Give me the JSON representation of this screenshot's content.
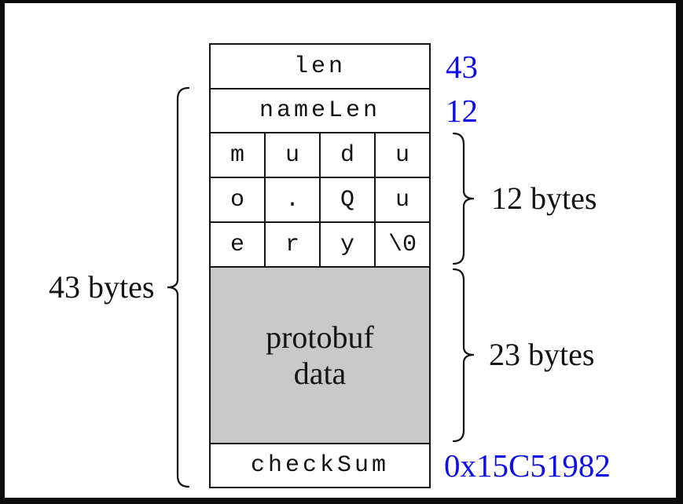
{
  "figure": {
    "kind": "memory-layout-diagram",
    "fields": {
      "len": {
        "label": "len",
        "value": "43"
      },
      "nameLen": {
        "label": "nameLen",
        "value": "12"
      },
      "checkSum": {
        "label": "checkSum",
        "value": "0x15C51982"
      }
    },
    "name_grid": [
      [
        "m",
        "u",
        "d",
        "u"
      ],
      [
        "o",
        ".",
        "Q",
        "u"
      ],
      [
        "e",
        "r",
        "y",
        "\\0"
      ]
    ],
    "protobuf": {
      "line1": "protobuf",
      "line2": "data"
    },
    "brace_labels": {
      "total": "43 bytes",
      "name": "12 bytes",
      "protobuf": "23 bytes"
    },
    "colors": {
      "value_text": "#0E0EE8",
      "protobuf_fill": "#C9C9C9",
      "line": "#141414"
    }
  }
}
